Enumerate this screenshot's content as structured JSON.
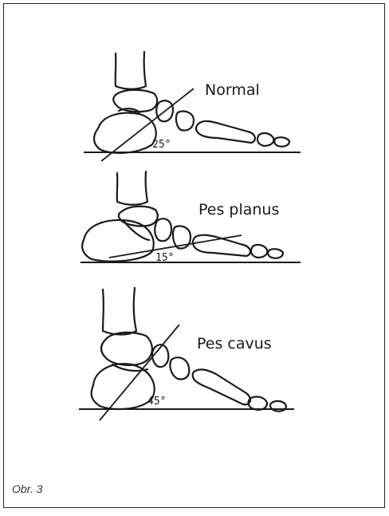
{
  "panels": [
    {
      "label": "Normal",
      "angle": "25°"
    },
    {
      "label": "Pes planus",
      "angle": "15°"
    },
    {
      "label": "Pes cavus",
      "angle": "45°"
    }
  ],
  "caption": "Obr. 3"
}
